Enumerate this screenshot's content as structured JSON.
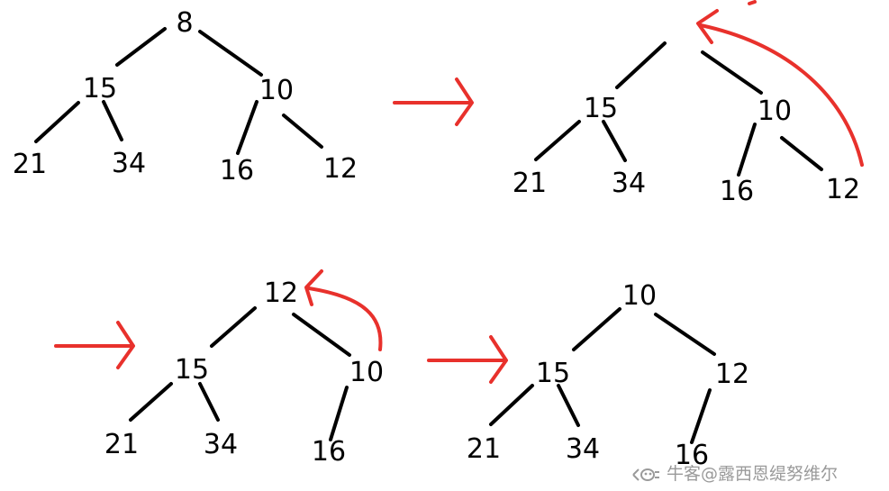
{
  "colors": {
    "edge": "#000000",
    "arrow": "#e8312c",
    "text": "#000000",
    "watermark": "#9a9a9a"
  },
  "panels": [
    {
      "name": "step-1",
      "nodes": [
        "8",
        "15",
        "10",
        "21",
        "34",
        "16",
        "12"
      ]
    },
    {
      "name": "step-2",
      "nodes": [
        "15",
        "10",
        "21",
        "34",
        "16",
        "12"
      ]
    },
    {
      "name": "step-3",
      "nodes": [
        "12",
        "15",
        "10",
        "21",
        "34",
        "16"
      ]
    },
    {
      "name": "step-4",
      "nodes": [
        "10",
        "15",
        "12",
        "21",
        "34",
        "16"
      ]
    }
  ],
  "watermark": {
    "text": "牛客@露西恩缇努维尔",
    "icon": "nowcoder-logo-icon"
  }
}
